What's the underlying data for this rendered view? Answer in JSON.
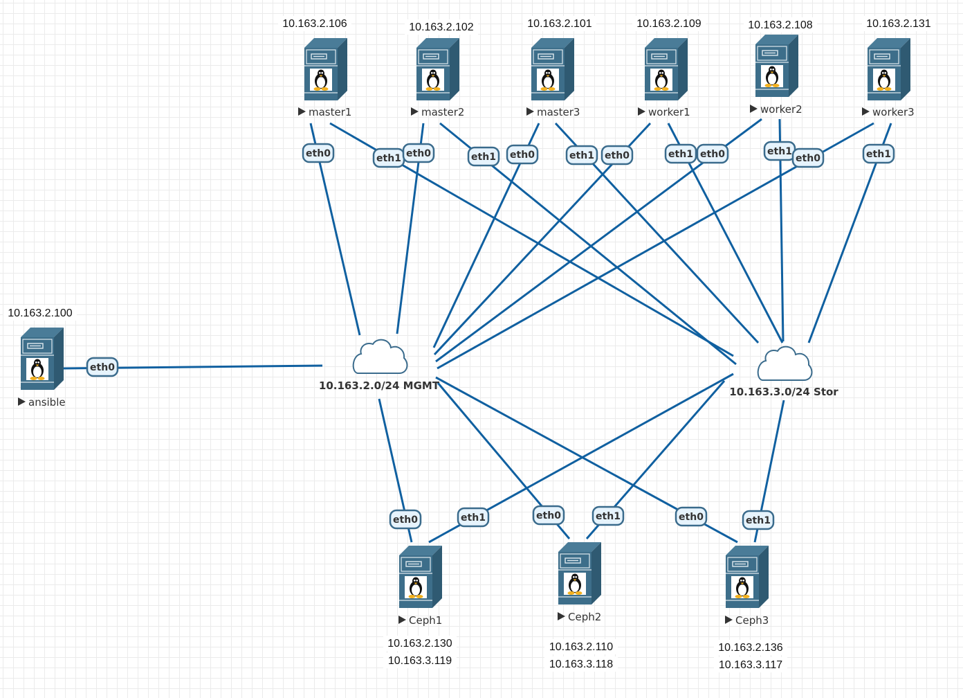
{
  "diagram": {
    "colors": {
      "link": "#1060a0",
      "server_body": "#3d6e8a",
      "server_side": "#2f5a72",
      "cloud_stroke": "#3a6b8c",
      "iface_fill": "#e6f3fc",
      "iface_stroke": "#3a6b8c"
    },
    "networks": [
      {
        "id": "mgmt",
        "label": "10.163.2.0/24 MGMT",
        "icon": "cloud-icon"
      },
      {
        "id": "stor",
        "label": "10.163.3.0/24 Stor",
        "icon": "cloud-icon"
      }
    ],
    "nodes": [
      {
        "id": "master1",
        "name": "master1",
        "ips": [
          "10.163.2.106"
        ],
        "icon": "linux-server-icon"
      },
      {
        "id": "master2",
        "name": "master2",
        "ips": [
          "10.163.2.102"
        ],
        "icon": "linux-server-icon"
      },
      {
        "id": "master3",
        "name": "master3",
        "ips": [
          "10.163.2.101"
        ],
        "icon": "linux-server-icon"
      },
      {
        "id": "worker1",
        "name": "worker1",
        "ips": [
          "10.163.2.109"
        ],
        "icon": "linux-server-icon"
      },
      {
        "id": "worker2",
        "name": "worker2",
        "ips": [
          "10.163.2.108"
        ],
        "icon": "linux-server-icon"
      },
      {
        "id": "worker3",
        "name": "worker3",
        "ips": [
          "10.163.2.131"
        ],
        "icon": "linux-server-icon"
      },
      {
        "id": "ansible",
        "name": "ansible",
        "ips": [
          "10.163.2.100"
        ],
        "icon": "linux-server-icon"
      },
      {
        "id": "ceph1",
        "name": "Ceph1",
        "ips": [
          "10.163.2.130",
          "10.163.3.119"
        ],
        "icon": "linux-server-icon"
      },
      {
        "id": "ceph2",
        "name": "Ceph2",
        "ips": [
          "10.163.2.110",
          "10.163.3.118"
        ],
        "icon": "linux-server-icon"
      },
      {
        "id": "ceph3",
        "name": "Ceph3",
        "ips": [
          "10.163.2.136",
          "10.163.3.117"
        ],
        "icon": "linux-server-icon"
      }
    ],
    "links": [
      {
        "node": "master1",
        "iface": "eth0",
        "network": "mgmt"
      },
      {
        "node": "master1",
        "iface": "eth1",
        "network": "stor"
      },
      {
        "node": "master2",
        "iface": "eth0",
        "network": "mgmt"
      },
      {
        "node": "master2",
        "iface": "eth1",
        "network": "stor"
      },
      {
        "node": "master3",
        "iface": "eth0",
        "network": "mgmt"
      },
      {
        "node": "master3",
        "iface": "eth1",
        "network": "stor"
      },
      {
        "node": "worker1",
        "iface": "eth0",
        "network": "mgmt"
      },
      {
        "node": "worker1",
        "iface": "eth1",
        "network": "stor"
      },
      {
        "node": "worker2",
        "iface": "eth0",
        "network": "mgmt"
      },
      {
        "node": "worker2",
        "iface": "eth1",
        "network": "stor"
      },
      {
        "node": "worker3",
        "iface": "eth0",
        "network": "mgmt"
      },
      {
        "node": "worker3",
        "iface": "eth1",
        "network": "stor"
      },
      {
        "node": "ansible",
        "iface": "eth0",
        "network": "mgmt"
      },
      {
        "node": "ceph1",
        "iface": "eth0",
        "network": "mgmt"
      },
      {
        "node": "ceph1",
        "iface": "eth1",
        "network": "stor"
      },
      {
        "node": "ceph2",
        "iface": "eth0",
        "network": "mgmt"
      },
      {
        "node": "ceph2",
        "iface": "eth1",
        "network": "stor"
      },
      {
        "node": "ceph3",
        "iface": "eth0",
        "network": "mgmt"
      },
      {
        "node": "ceph3",
        "iface": "eth1",
        "network": "stor"
      }
    ]
  }
}
